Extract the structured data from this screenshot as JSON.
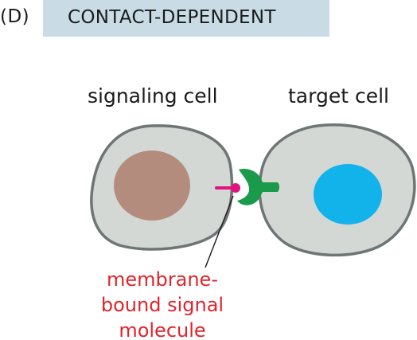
{
  "panel": {
    "letter": "(D)",
    "title": "CONTACT-DEPENDENT"
  },
  "cells": {
    "signaling_label": "signaling cell",
    "target_label": "target cell"
  },
  "molecule_label": {
    "line1": "membrane-",
    "line2": "bound signal",
    "line3": "molecule"
  },
  "colors": {
    "header_bg": "#c9dce6",
    "cell_fill": "#d3d8d5",
    "cell_outline": "#6e7575",
    "nucleus_signaling": "#b48c7e",
    "nucleus_target": "#12b3ea",
    "signal_molecule": "#e0147c",
    "receptor": "#1a9a4a",
    "label_red": "#e0242c"
  }
}
